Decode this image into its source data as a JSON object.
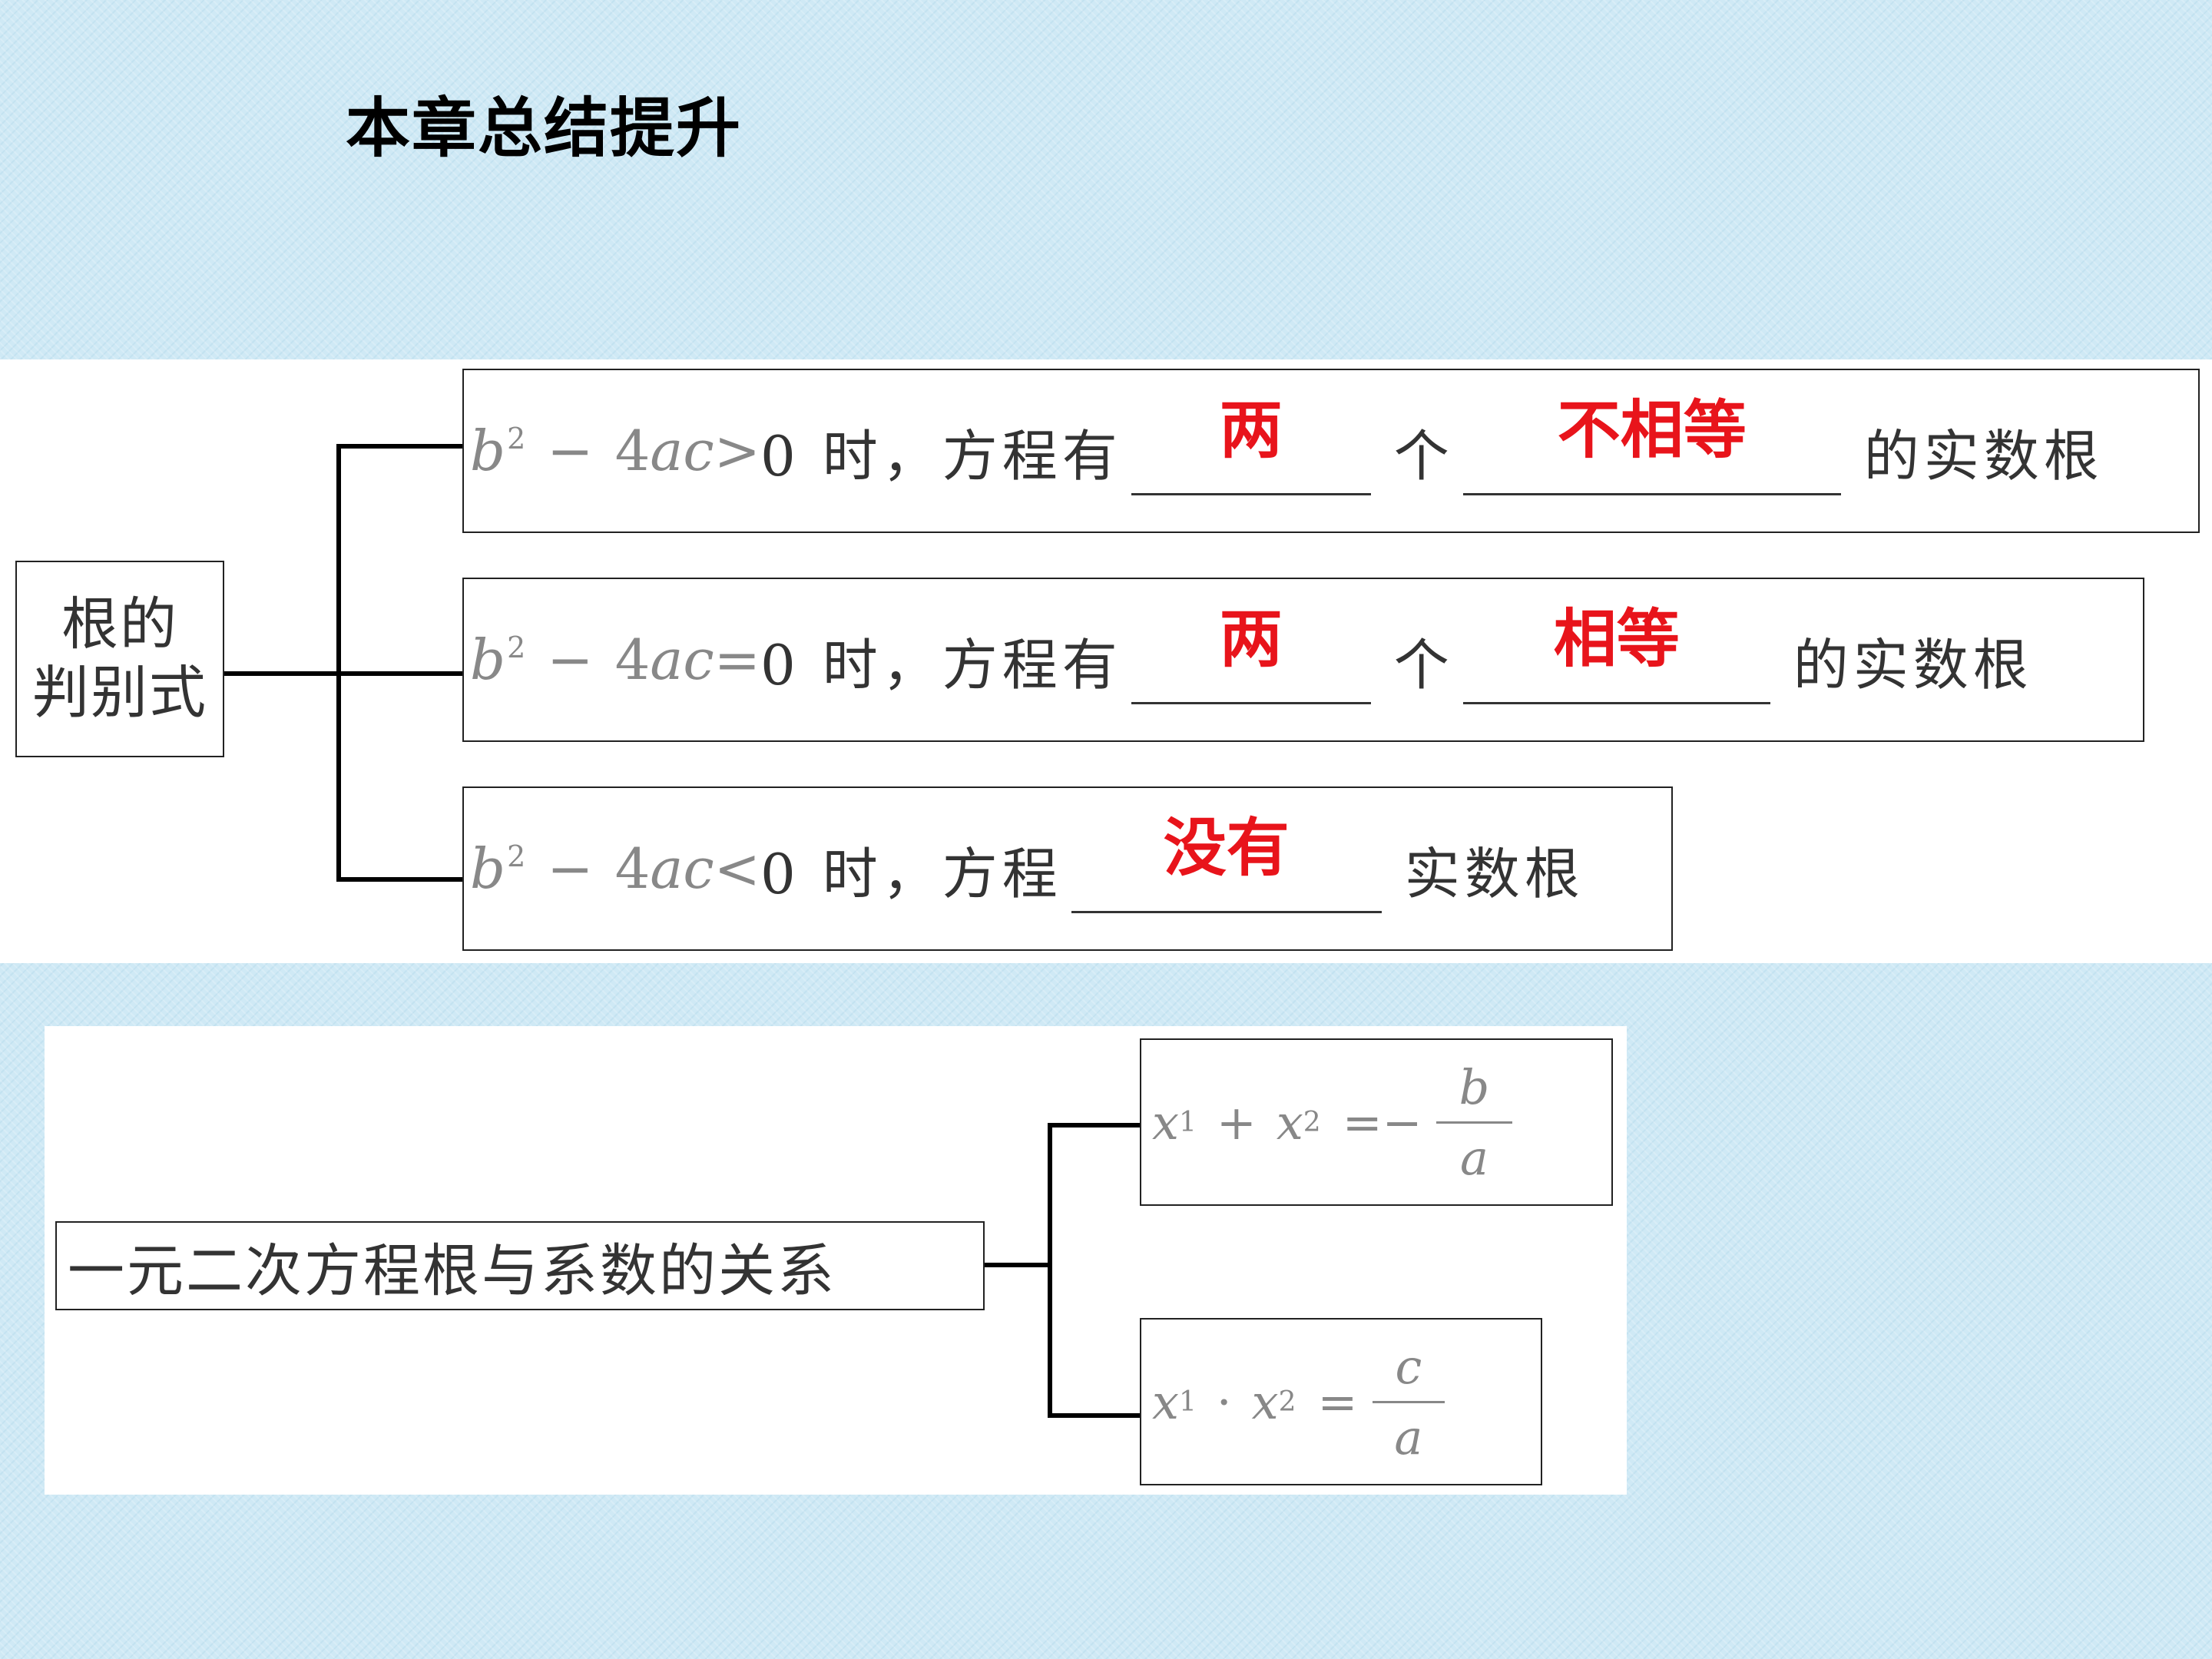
{
  "title": "本章总结提升",
  "discriminant": {
    "root_line1": "根的",
    "root_line2": "判别式",
    "cases": [
      {
        "op": ">",
        "suffix": "0 时，方程有",
        "answer1": "两",
        "mid": "个",
        "answer2": "不相等",
        "tail": "的实数根"
      },
      {
        "op": "=",
        "suffix": "0 时，方程有",
        "answer1": "两",
        "mid": "个",
        "answer2": "相等",
        "tail": "的实数根"
      },
      {
        "op": "<",
        "suffix": "0 时，方程",
        "answer1": "没有",
        "tail": "实数根"
      }
    ]
  },
  "relation": {
    "label": "一元二次方程根与系数的关系",
    "sum": {
      "sign": "=−",
      "num": "b",
      "den": "a"
    },
    "product": {
      "sign": "=",
      "num": "c",
      "den": "a"
    }
  }
}
